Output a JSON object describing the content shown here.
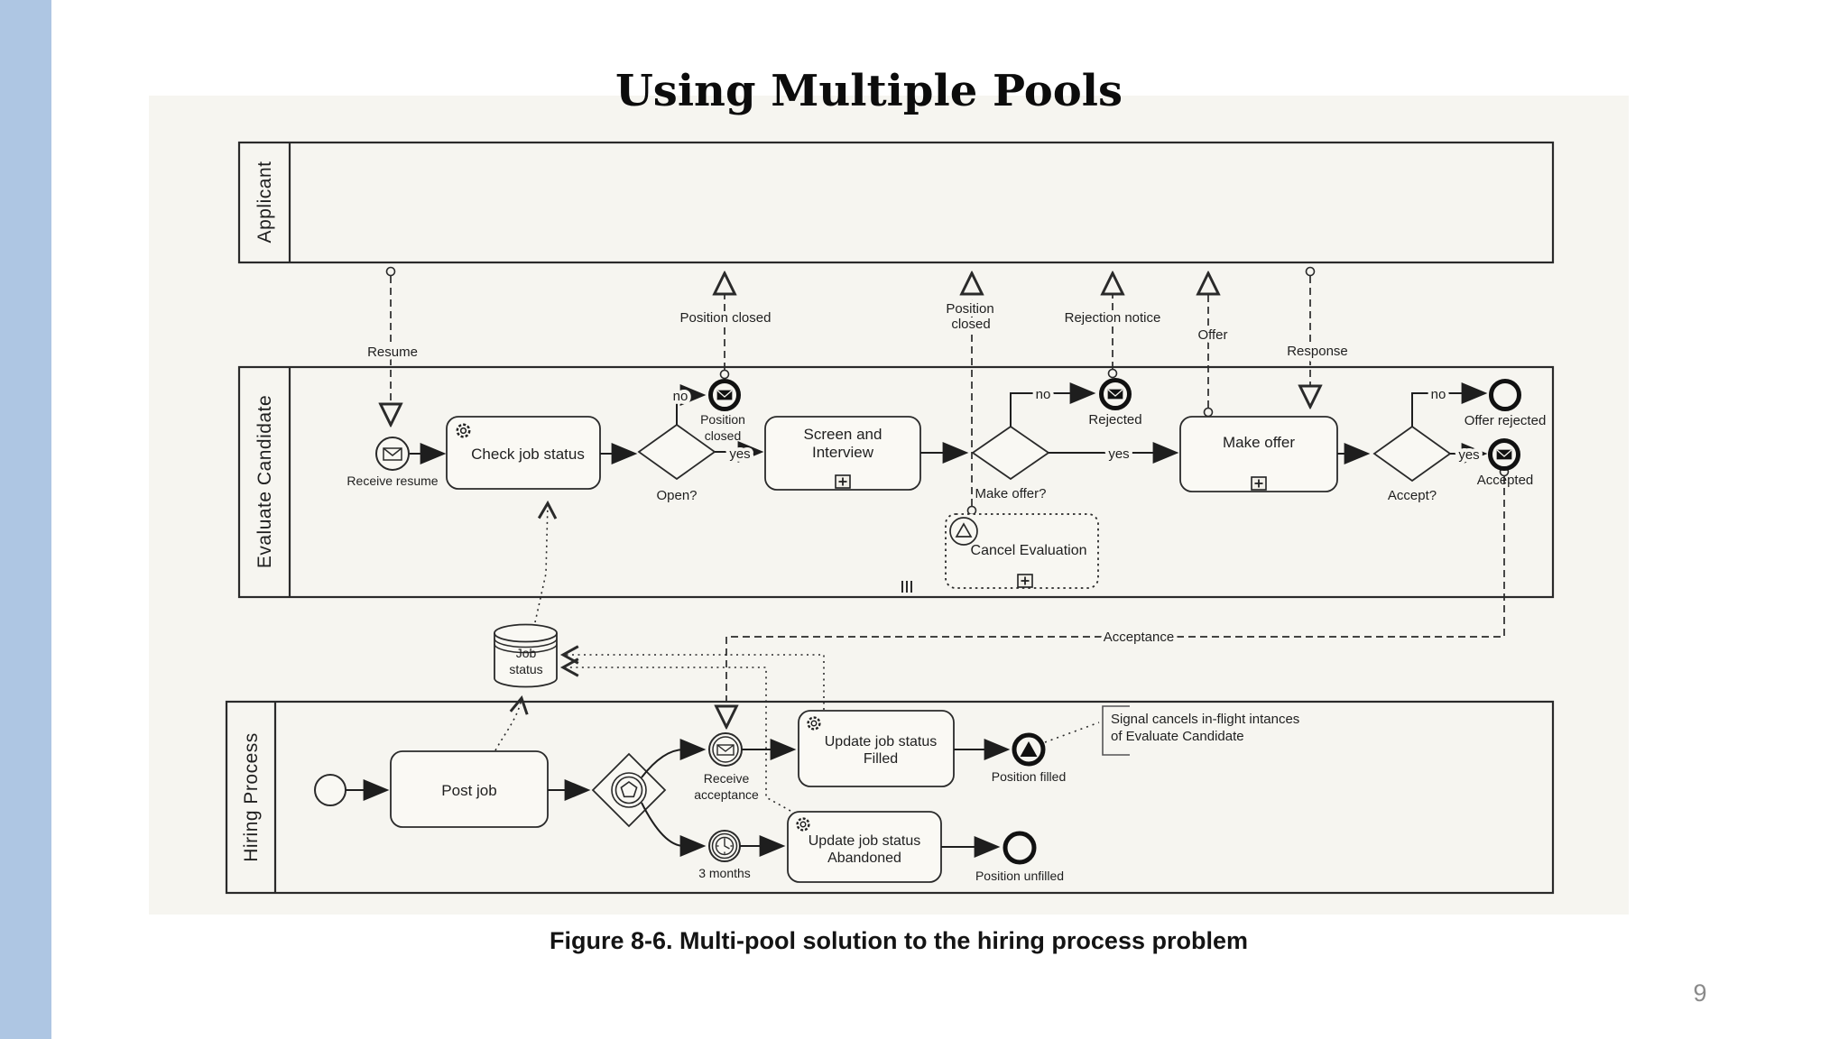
{
  "slide": {
    "title": "Using Multiple Pools",
    "caption": "Figure 8-6. Multi-pool solution to the hiring process problem",
    "page_number": "9",
    "colors": {
      "sidebar_blue": "#aec6e3",
      "diagram_bg": "#f6f5f0",
      "ink": "#2a2a2a"
    }
  },
  "pools": [
    {
      "label": "Applicant"
    },
    {
      "label": "Evaluate Candidate"
    },
    {
      "label": "Hiring Process"
    }
  ],
  "message_flows": {
    "resume": "Resume",
    "position_closed_1": "Position closed",
    "position_closed_2_line1": "Position",
    "position_closed_2_line2": "closed",
    "rejection_notice": "Rejection notice",
    "offer": "Offer",
    "response": "Response",
    "acceptance": "Acceptance"
  },
  "evaluate": {
    "receive_resume": "Receive resume",
    "check_job_status": "Check job status",
    "open_gateway": "Open?",
    "no1": "no",
    "yes1": "yes",
    "position_closed_line1": "Position",
    "position_closed_line2": "closed",
    "screen_line1": "Screen and",
    "screen_line2": "Interview",
    "make_offer_gateway": "Make offer?",
    "no2": "no",
    "yes2": "yes",
    "rejected": "Rejected",
    "make_offer_task": "Make offer",
    "accept_gateway": "Accept?",
    "no3": "no",
    "yes3": "yes",
    "offer_rejected": "Offer rejected",
    "accepted": "Accepted",
    "cancel_evaluation": "Cancel Evaluation"
  },
  "data_store": {
    "line1": "Job",
    "line2": "status"
  },
  "hiring": {
    "post_job": "Post job",
    "receive_acceptance_line1": "Receive",
    "receive_acceptance_line2": "acceptance",
    "update_filled_line1": "Update job status",
    "update_filled_line2": "Filled",
    "position_filled": "Position filled",
    "three_months": "3 months",
    "update_abandoned_line1": "Update job status",
    "update_abandoned_line2": "Abandoned",
    "position_unfilled": "Position unfilled",
    "annotation_line1": "Signal cancels in-flight intances",
    "annotation_line2": "of Evaluate Candidate"
  }
}
